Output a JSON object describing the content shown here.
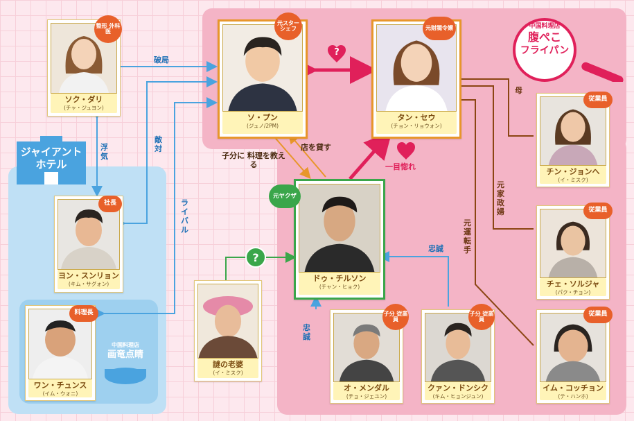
{
  "colors": {
    "blue_arrow": "#4aa3df",
    "brown_line": "#8b4513",
    "magenta": "#e0205a",
    "orange_arrow": "#e8962a",
    "green_badge": "#3aa64a",
    "badge_orange": "#e8602a",
    "caption_bg": "#fff4b8"
  },
  "logo_restaurant": {
    "line1": "中国料理店",
    "line2": "腹ぺこ",
    "line3": "フライパン"
  },
  "hotel": {
    "label_line1": "ジャイアント",
    "label_line2": "ホテル"
  },
  "rival_restaurant": {
    "line1": "中国料理店",
    "line2": "画竜点睛"
  },
  "characters": {
    "sun": {
      "name": "ソ・プン",
      "actor": "(ジュノ/2PM)",
      "badge": "元スター シェフ",
      "icon": "chef-portrait-icon"
    },
    "tan": {
      "name": "タン・セウ",
      "actor": "(チョン・リョウォン)",
      "badge": "元財閥令嬢",
      "icon": "woman-portrait-icon"
    },
    "sok": {
      "name": "ソク・ダリ",
      "actor": "(チャ・ジュヨン)",
      "badge": "整形 外科医",
      "icon": "woman-portrait-icon"
    },
    "yon": {
      "name": "ヨン・スンリョン",
      "actor": "(キム・サグォン)",
      "badge": "社長",
      "icon": "man-portrait-icon"
    },
    "wan": {
      "name": "ワン・チュンス",
      "actor": "(イム・ウォニ)",
      "badge": "料理長",
      "icon": "man-portrait-icon"
    },
    "nazo": {
      "name": "謎の老婆",
      "actor": "(イ・ミスク)",
      "badge": "?",
      "icon": "old-woman-portrait-icon"
    },
    "du": {
      "name": "ドゥ・チルソン",
      "actor": "(チャン・ヒョク)",
      "badge": "元ヤクザ",
      "icon": "man-portrait-icon"
    },
    "o": {
      "name": "オ・メンダル",
      "actor": "(チョ・ジェユン)",
      "badge": "子分 従業員",
      "icon": "man-portrait-icon"
    },
    "kwan": {
      "name": "クァン・ドンシク",
      "actor": "(キム・ヒョンジュン)",
      "badge": "子分 従業員",
      "icon": "man-portrait-icon"
    },
    "chin": {
      "name": "チン・ジョンへ",
      "actor": "(イ・ミスク)",
      "badge": "従業員",
      "icon": "woman-portrait-icon"
    },
    "che": {
      "name": "チェ・ソルジャ",
      "actor": "(パク・チョン)",
      "badge": "従業員",
      "icon": "woman-portrait-icon"
    },
    "im": {
      "name": "イム・コッチョン",
      "actor": "(テ・ハンホ)",
      "badge": "従業員",
      "icon": "woman-portrait-icon"
    }
  },
  "relations": {
    "breakup": "破局",
    "affair": "浮気",
    "hostile": "敵対",
    "rival": "ライバル",
    "teach": "子分に 料理を教える",
    "lend": "店を貸す",
    "love": "一目惚れ",
    "loyal1": "忠誠",
    "loyal2": "忠誠",
    "mother": "母",
    "housekeeper": "元家政婦",
    "driver": "元運転手",
    "mystery": "?"
  }
}
